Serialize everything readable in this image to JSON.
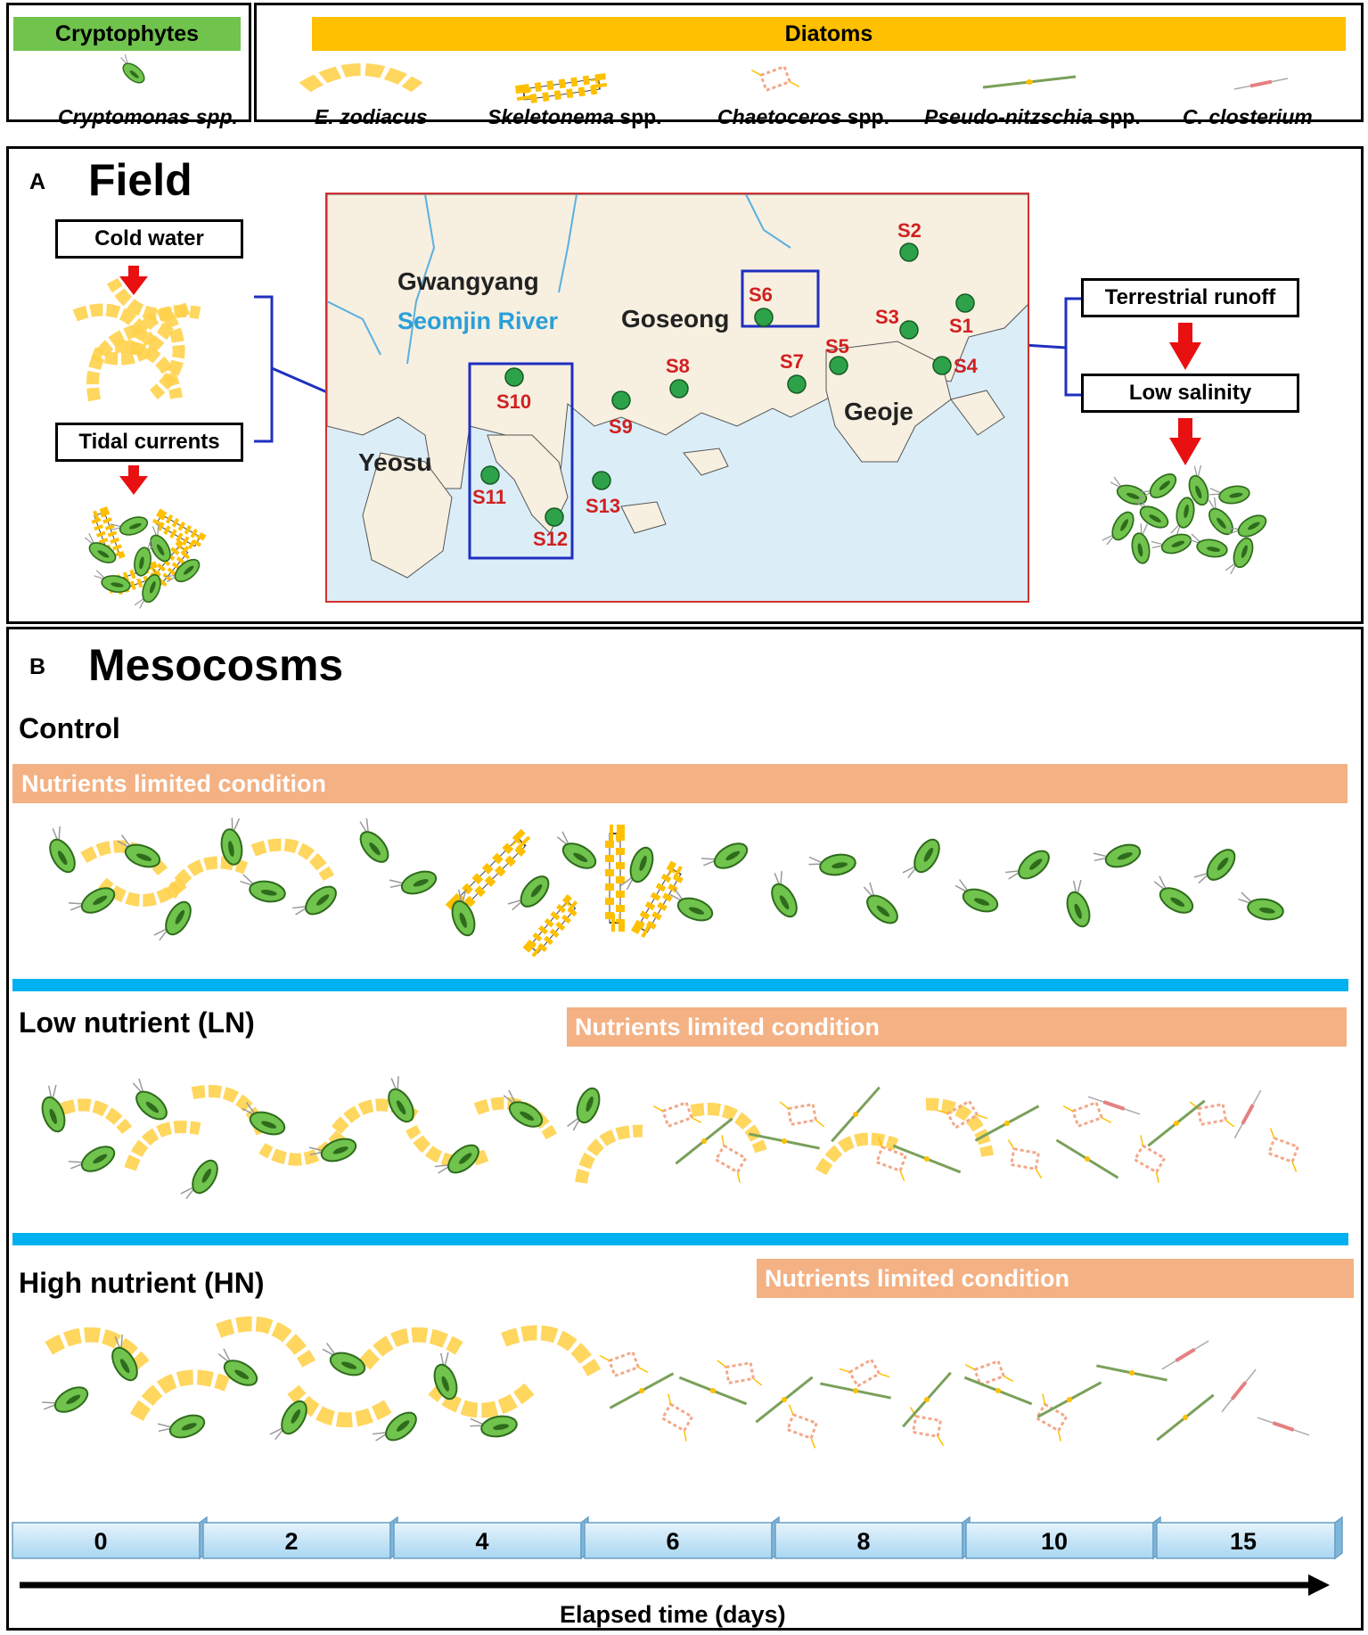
{
  "legend": {
    "cryptophytes": {
      "header": "Cryptophytes",
      "species": "Cryptomonas spp.",
      "color": "#70c34c"
    },
    "diatoms": {
      "header": "Diatoms",
      "color": "#ffc000",
      "species": [
        {
          "genus": "E. zodiacus",
          "suffix": ""
        },
        {
          "genus": "Skeletonema",
          "suffix": " spp."
        },
        {
          "genus": "Chaetoceros",
          "suffix": " spp."
        },
        {
          "genus": "Pseudo-nitzschia",
          "suffix": " spp."
        },
        {
          "genus": "C. closterium",
          "suffix": ""
        }
      ]
    }
  },
  "panel_a": {
    "letter": "A",
    "title": "Field",
    "left": {
      "top_label": "Cold water",
      "bottom_label": "Tidal currents"
    },
    "right": {
      "top_label": "Terrestrial runoff",
      "bottom_label": "Low salinity"
    },
    "map": {
      "places": [
        "Gwangyang",
        "Seomjin River",
        "Goseong",
        "Yeosu",
        "Geoje"
      ],
      "stations": [
        "S1",
        "S2",
        "S3",
        "S4",
        "S5",
        "S6",
        "S7",
        "S8",
        "S9",
        "S10",
        "S11",
        "S12",
        "S13"
      ]
    }
  },
  "panel_b": {
    "letter": "B",
    "title": "Mesocosms",
    "treatments": [
      {
        "name": "Control",
        "band": "Nutrients limited condition"
      },
      {
        "name": "Low nutrient (LN)",
        "band": "Nutrients limited condition"
      },
      {
        "name": "High nutrient (HN)",
        "band": "Nutrients limited condition"
      }
    ],
    "timeline": {
      "ticks": [
        "0",
        "2",
        "4",
        "6",
        "8",
        "10",
        "15"
      ],
      "axis_label": "Elapsed time (days)"
    }
  },
  "colors": {
    "crypto_green": "#70c34c",
    "diatom_yellow": "#ffc000",
    "band_orange": "#f4b183",
    "separator_blue": "#00b0f0",
    "arrow_red": "#e81010",
    "map_border": "#d03030",
    "station_red": "#d02020",
    "bracket_blue": "#1f2fbf"
  }
}
